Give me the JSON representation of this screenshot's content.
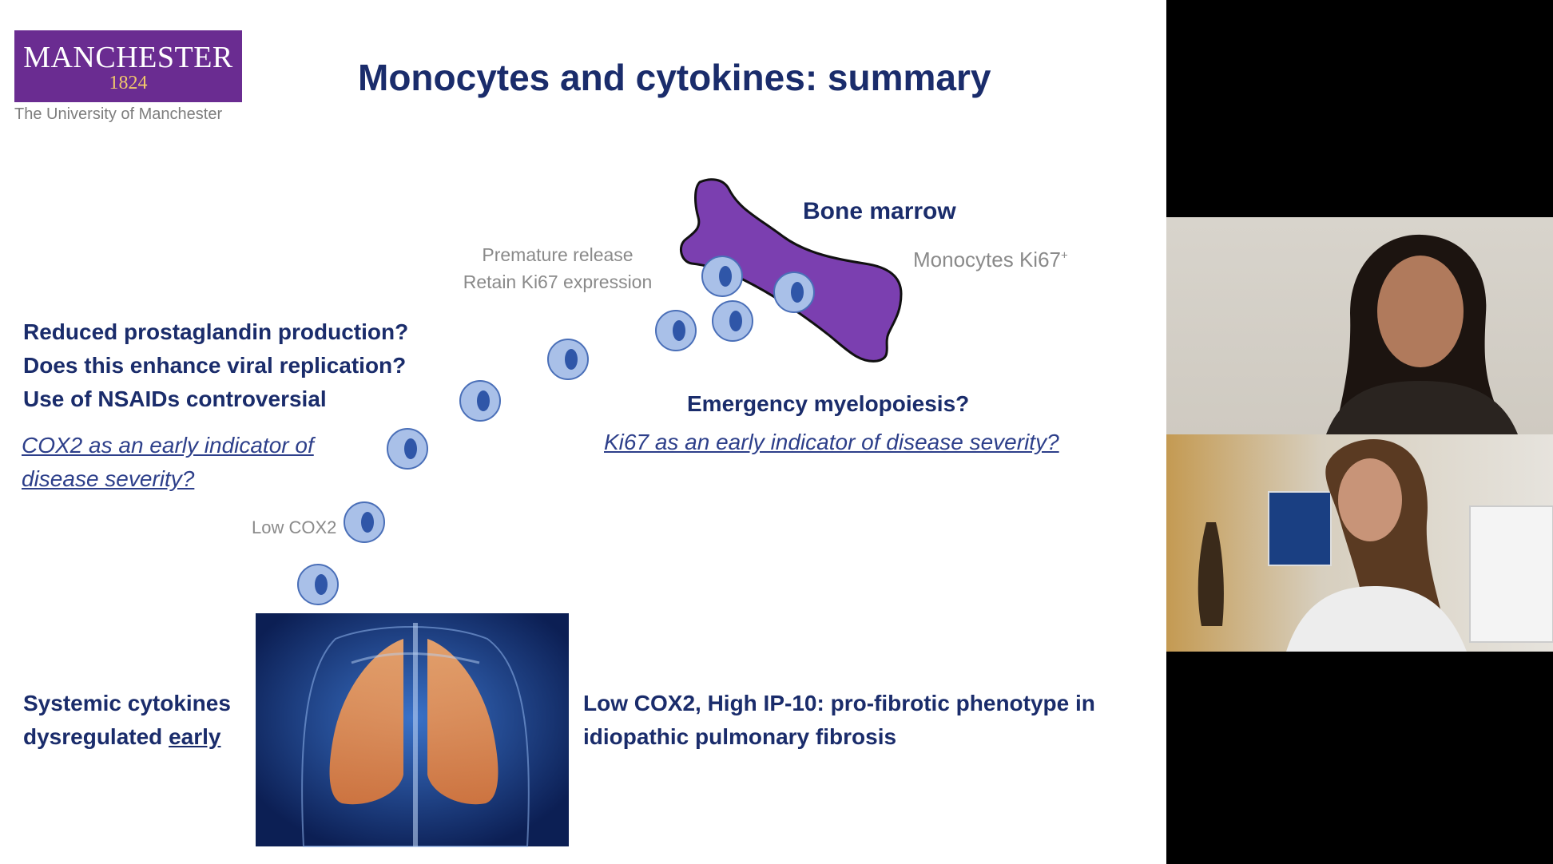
{
  "slide": {
    "title": "Monocytes and cytokines: summary",
    "logo": {
      "name": "MANCHESTER",
      "year": "1824",
      "subtitle": "The University of Manchester"
    },
    "bone_marrow_label": "Bone marrow",
    "monocytes_label": "Monocytes Ki67",
    "monocytes_sup": "+",
    "premature_release": "Premature release",
    "retain_ki67": "Retain Ki67 expression",
    "left_points": [
      "Reduced prostaglandin production?",
      "Does this enhance viral replication?",
      "Use of NSAIDs controversial"
    ],
    "cox2_indicator_line1": "COX2 as an early indicator of",
    "cox2_indicator_line2": "disease severity?",
    "emergency_myelopoiesis": "Emergency myelopoiesis?",
    "ki67_indicator": "Ki67 as an early indicator of disease severity?",
    "low_cox2_label": "Low COX2",
    "systemic_line1": "Systemic cytokines",
    "systemic_line2_prefix": "dysregulated ",
    "systemic_line2_emph": "early",
    "fibrosis_line1": "Low COX2, High IP-10: pro-fibrotic phenotype in",
    "fibrosis_line2": "idiopathic pulmonary fibrosis"
  },
  "colors": {
    "navy": "#1a2c6b",
    "logo_purple": "#6a2c91",
    "bone_marrow_purple": "#7b3fb0",
    "cell_fill": "#a9c0e8",
    "cell_nucleus": "#2f56a8"
  },
  "video_panel": {
    "participants": [
      {
        "icon": "participant-video-1"
      },
      {
        "icon": "participant-video-2"
      }
    ]
  }
}
